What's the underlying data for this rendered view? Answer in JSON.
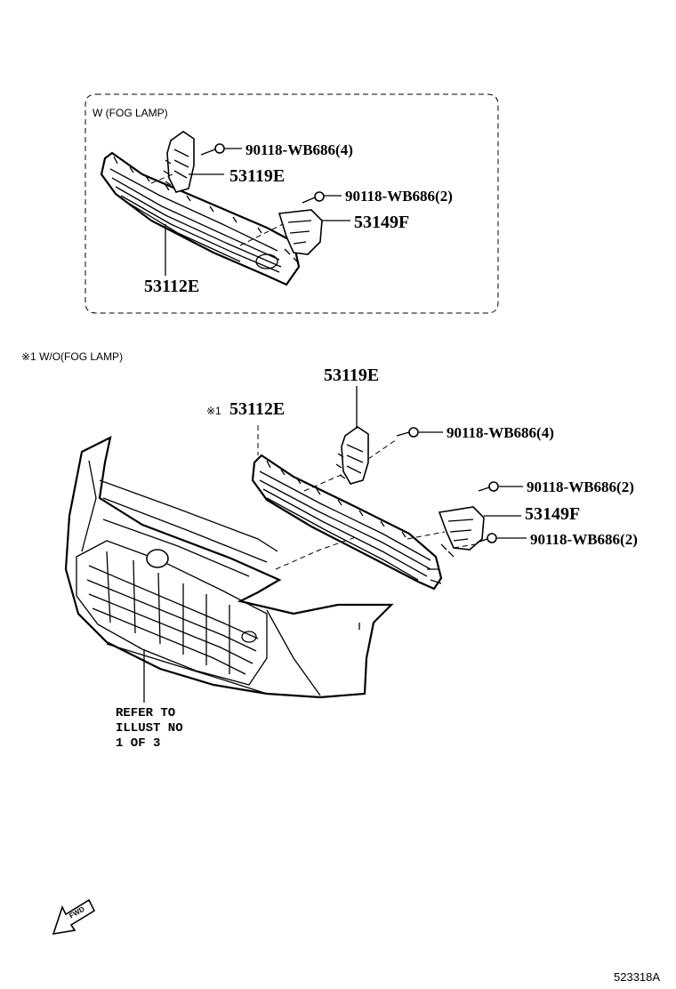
{
  "inset": {
    "title": "W (FOG LAMP)",
    "labels": {
      "fastener_a": "90118-WB686(4)",
      "bracket_e": "53119E",
      "fastener_b": "90118-WB686(2)",
      "bracket_f": "53149F",
      "grille": "53112E"
    }
  },
  "main": {
    "title": "※1 W/O(FOG LAMP)",
    "labels": {
      "bracket_e": "53119E",
      "grille_mark": "※1",
      "grille": "53112E",
      "fastener_a": "90118-WB686(4)",
      "fastener_b": "90118-WB686(2)",
      "bracket_f": "53149F",
      "fastener_c": "90118-WB686(2)"
    },
    "refer": [
      "REFER TO",
      "ILLUST NO",
      "1 OF 3"
    ]
  },
  "fwd_label": "FWD",
  "diagram_id": "523318A"
}
